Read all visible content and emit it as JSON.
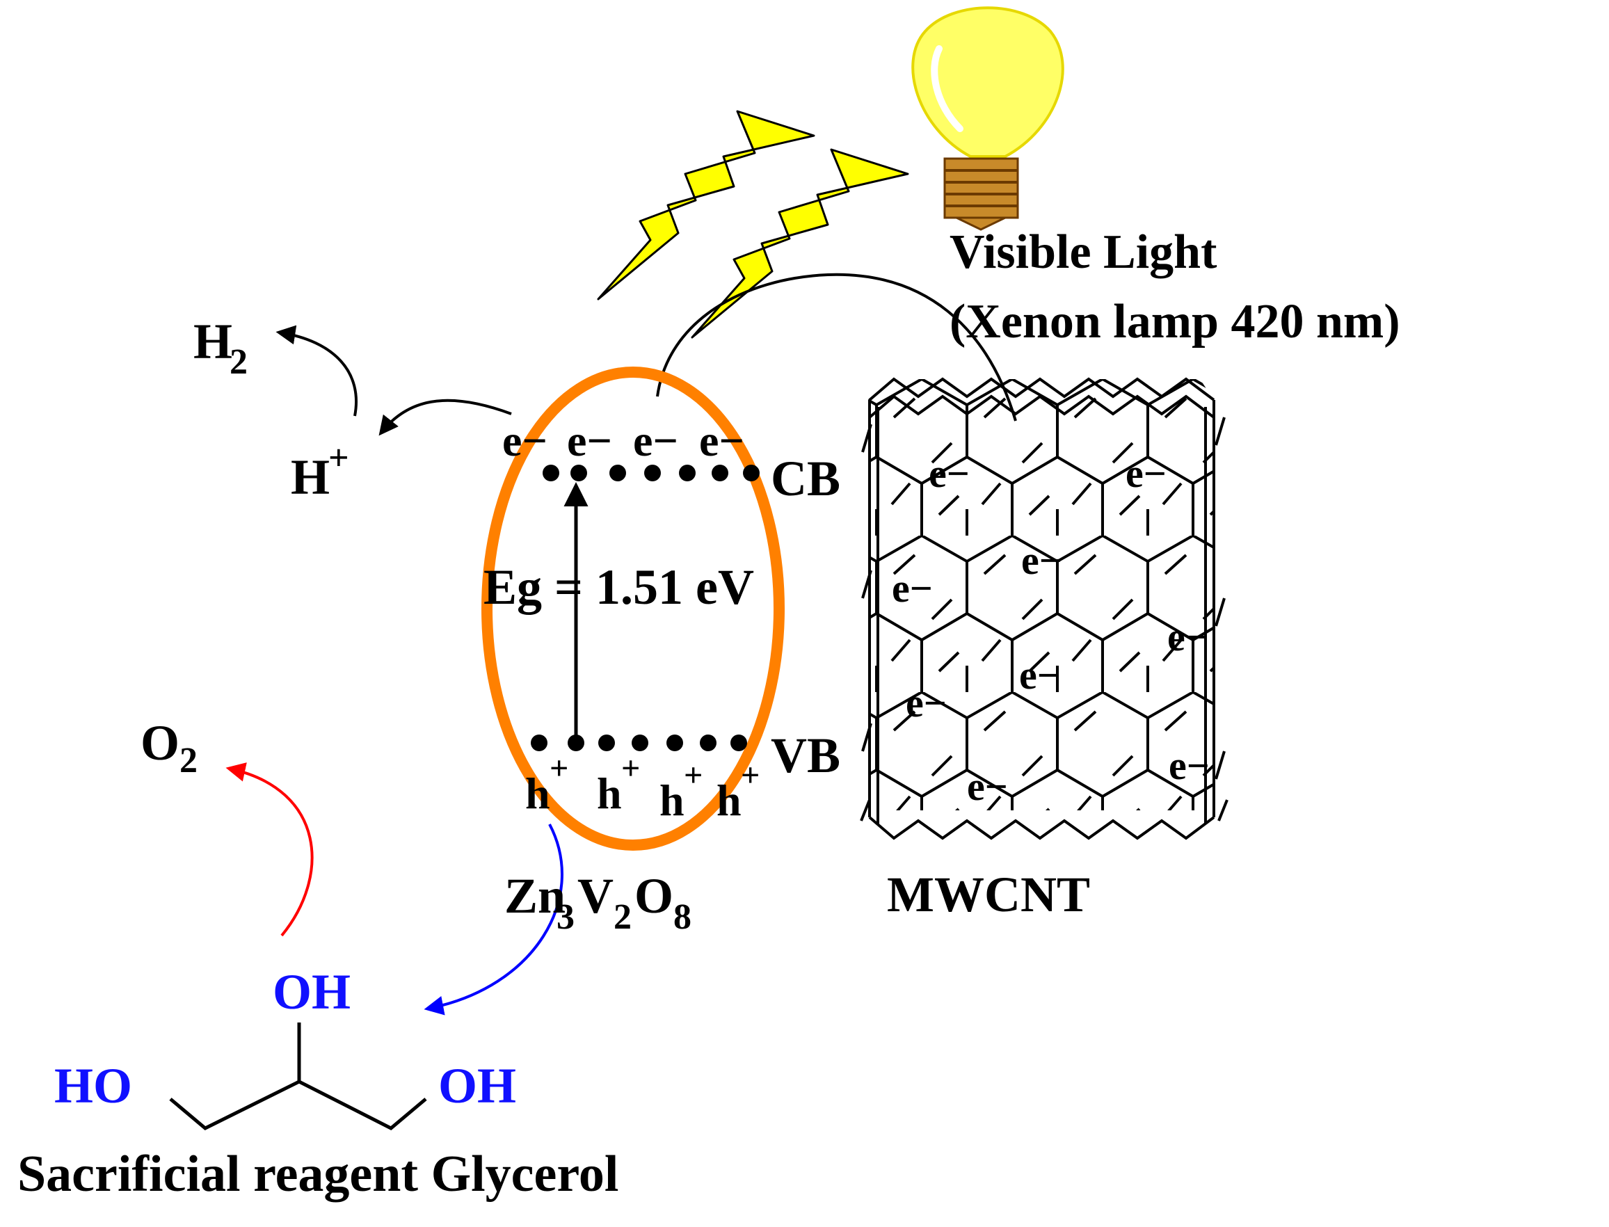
{
  "light": {
    "title": "Visible Light",
    "subtitle": "(Xenon lamp 420 nm)"
  },
  "products": {
    "h2_main": "H",
    "h2_sub": "2",
    "hplus_main": "H",
    "hplus_sup": "+",
    "o2_main": "O",
    "o2_sub": "2"
  },
  "band": {
    "electron": "e−",
    "hole": "h",
    "hole_sup": "+",
    "cb": "CB",
    "vb": "VB",
    "gap": "Eg = 1.51 eV"
  },
  "semiconductor": {
    "zn": "Zn",
    "zn_sub": "3",
    "v": "V",
    "v_sub": "2",
    "o": "O",
    "o_sub": "8"
  },
  "nanotube": {
    "label": "MWCNT",
    "electron": "e−"
  },
  "glycerol": {
    "oh_top": "OH",
    "ho_left": "HO",
    "oh_right": "OH",
    "caption": "Sacrificial reagent Glycerol"
  },
  "colors": {
    "ellipse": "#ff8000",
    "bolt": "#ffff00",
    "bulb": "#ffff66",
    "socket": "#c88a2a",
    "red_arrow": "#ff0000",
    "blue_arrow": "#0000ff",
    "oh_text": "#1010ff"
  }
}
